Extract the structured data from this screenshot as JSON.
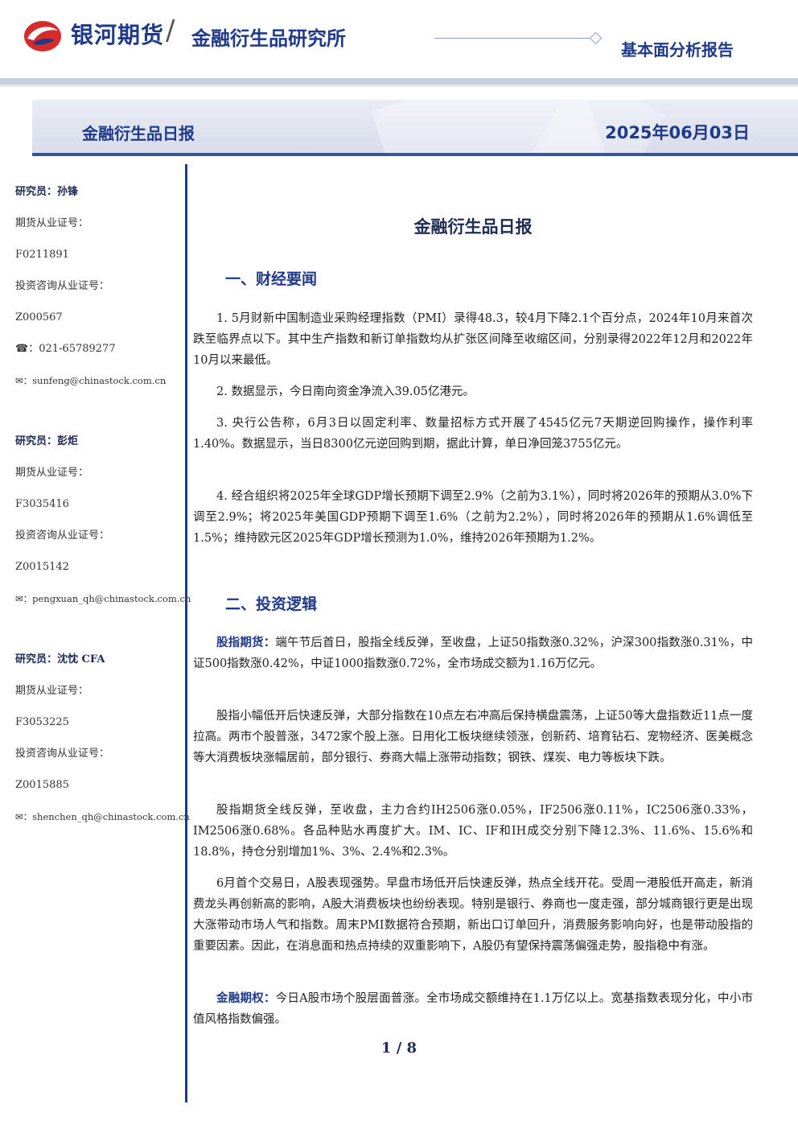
{
  "header": {
    "brand": "银河期货",
    "separator": "/",
    "institute": "金融衍生品研究所",
    "report_type": "基本面分析报告",
    "banner_title": "金融衍生品日报",
    "banner_date": "2025年06月03日",
    "colors": {
      "brand_blue": "#1f3a8a",
      "logo_red": "#d62b2b"
    }
  },
  "sidebar": {
    "researchers": [
      {
        "name": "研究员：孙锋",
        "cert_label": "期货从业证号：",
        "cert": "F0211891",
        "consult_label": "投资咨询从业证号：",
        "consult": "Z000567",
        "phone": "021-65789277",
        "email": "sunfeng@chinastock.com.cn"
      },
      {
        "name": "研究员：彭炬",
        "cert_label": "期货从业证号：",
        "cert": "F3035416",
        "consult_label": "投资咨询从业证号：",
        "consult": "Z0015142",
        "email": "pengxuan_qh@chinastock.com.cn"
      },
      {
        "name": "研究员：沈忱 CFA",
        "cert_label": "期货从业证号：",
        "cert": "F3053225",
        "consult_label": "投资咨询从业证号：",
        "consult": "Z0015885",
        "email": "shenchen_qh@chinastock.com.cn"
      }
    ],
    "phone_icon": "phone-icon",
    "email_icon": "email-icon"
  },
  "main": {
    "title": "金融衍生品日报",
    "section1": "一、财经要闻",
    "news": [
      "1. 5月财新中国制造业采购经理指数（PMI）录得48.3，较4月下降2.1个百分点，2024年10月来首次跌至临界点以下。其中生产指数和新订单指数均从扩张区间降至收缩区间，分别录得2022年12月和2022年10月以来最低。",
      "2. 数据显示，今日南向资金净流入39.05亿港元。",
      "3. 央行公告称，6月3日以固定利率、数量招标方式开展了4545亿元7天期逆回购操作，操作利率1.40%。数据显示，当日8300亿元逆回购到期，据此计算，单日净回笼3755亿元。",
      "4. 经合组织将2025年全球GDP增长预期下调至2.9%（之前为3.1%），同时将2026年的预期从3.0%下调至2.9%；将2025年美国GDP预期下调至1.6%（之前为2.2%），同时将2026年的预期从1.6%调低至1.5%；维持欧元区2025年GDP增长预测为1.0%，维持2026年预期为1.2%。"
    ],
    "section2": "二、投资逻辑",
    "logic": {
      "p1_lead": "股指期货：",
      "p1": "端午节后首日，股指全线反弹，至收盘，上证50指数涨0.32%，沪深300指数涨0.31%，中证500指数涨0.42%，中证1000指数涨0.72%，全市场成交额为1.16万亿元。",
      "p2": "股指小幅低开后快速反弹，大部分指数在10点左右冲高后保持横盘震荡，上证50等大盘指数近11点一度拉高。两市个股普涨，3472家个股上涨。日用化工板块继续领涨，创新药、培育钻石、宠物经济、医美概念等大消费板块涨幅居前，部分银行、券商大幅上涨带动指数；钢铁、煤炭、电力等板块下跌。",
      "p3": "股指期货全线反弹，至收盘，主力合约IH2506涨0.05%，IF2506涨0.11%，IC2506涨0.33%，IM2506涨0.68%。各品种贴水再度扩大。IM、IC、IF和IH成交分别下降12.3%、11.6%、15.6%和18.8%，持仓分别增加1%、3%、2.4%和2.3%。",
      "p4": "6月首个交易日，A股表现强势。早盘市场低开后快速反弹，热点全线开花。受周一港股低开高走，新消费龙头再创新高的影响，A股大消费板块也纷纷表现。特别是银行、券商也一度走强，部分城商银行更是出现大涨带动市场人气和指数。周末PMI数据符合预期，新出口订单回升，消费服务影响向好，也是带动股指的重要因素。因此，在消息面和热点持续的双重影响下，A股仍有望保持震荡偏强走势，股指稳中有涨。",
      "p5_lead": "金融期权：",
      "p5": "今日A股市场个股层面普涨。全市场成交额维持在1.1万亿以上。宽基指数表现分化，中小市值风格指数偏强。"
    }
  },
  "footer": {
    "page": "1 / 8"
  }
}
